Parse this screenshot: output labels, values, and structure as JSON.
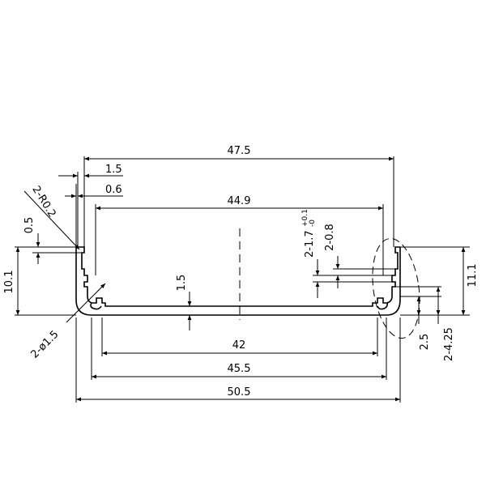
{
  "dimensions": {
    "top_width": "47.5",
    "inner_width": "44.9",
    "wall_1": "1.5",
    "wall_2": "0.6",
    "radius_top": "2-R0.2",
    "step": "0.5",
    "left_height": "10.1",
    "right_height": "11.1",
    "floor": "1.5",
    "inner_bottom": "42",
    "mid_bottom": "45.5",
    "overall_width": "50.5",
    "fillet_bottom": "2-ø1.5",
    "slot_a": "2-1.7",
    "slot_a_tol_upper": "+0.1",
    "slot_a_tol_lower": "-0",
    "slot_b": "2-0.8",
    "gap": "2.5",
    "slot_c": "2-4.25"
  }
}
